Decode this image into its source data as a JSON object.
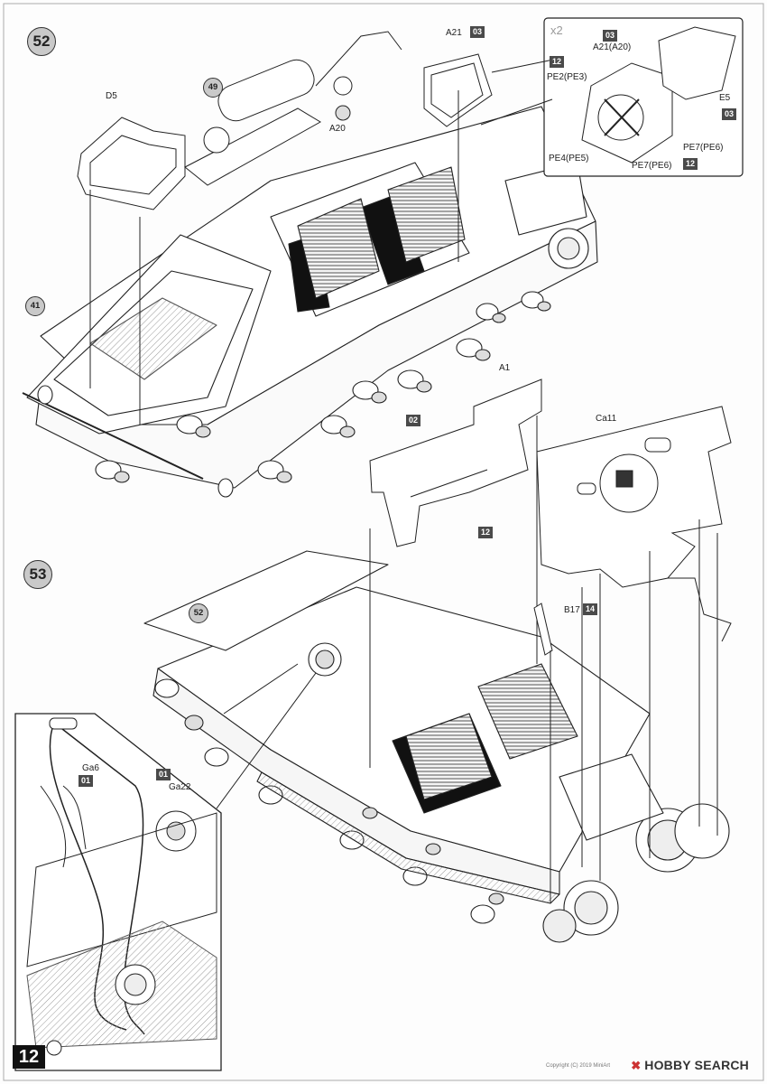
{
  "steps": {
    "s52": "52",
    "s53": "53"
  },
  "refs": {
    "r49": "49",
    "r41": "41",
    "r52": "52"
  },
  "parts": {
    "a21": "A21",
    "d5": "D5",
    "a20": "A20",
    "inset_a21": "A21(A20)",
    "pe2": "PE2(PE3)",
    "pe4": "PE4(PE5)",
    "pe7a": "PE7(PE6)",
    "pe7b": "PE7(PE6)",
    "e5": "E5",
    "x2": "x2",
    "a1": "A1",
    "ca11": "Ca11",
    "b17": "B17",
    "ga6": "Ga6",
    "ga22": "Ga22"
  },
  "badges": {
    "a21_top": "03",
    "inset_top": "03",
    "inset_pe2": "12",
    "inset_e5": "03",
    "inset_pe7": "12",
    "a1_top": "02",
    "a1_bottom": "12",
    "b17": "14",
    "ga6": "01",
    "ga22": "01"
  },
  "footer": {
    "page_number": "12",
    "watermark": "HOBBY SEARCH",
    "copyright": "Copyright (C) 2019 MiniArt"
  },
  "colors": {
    "badge": "#4a4a4a",
    "step_circle": "#c9c9c9",
    "line": "#222222"
  }
}
